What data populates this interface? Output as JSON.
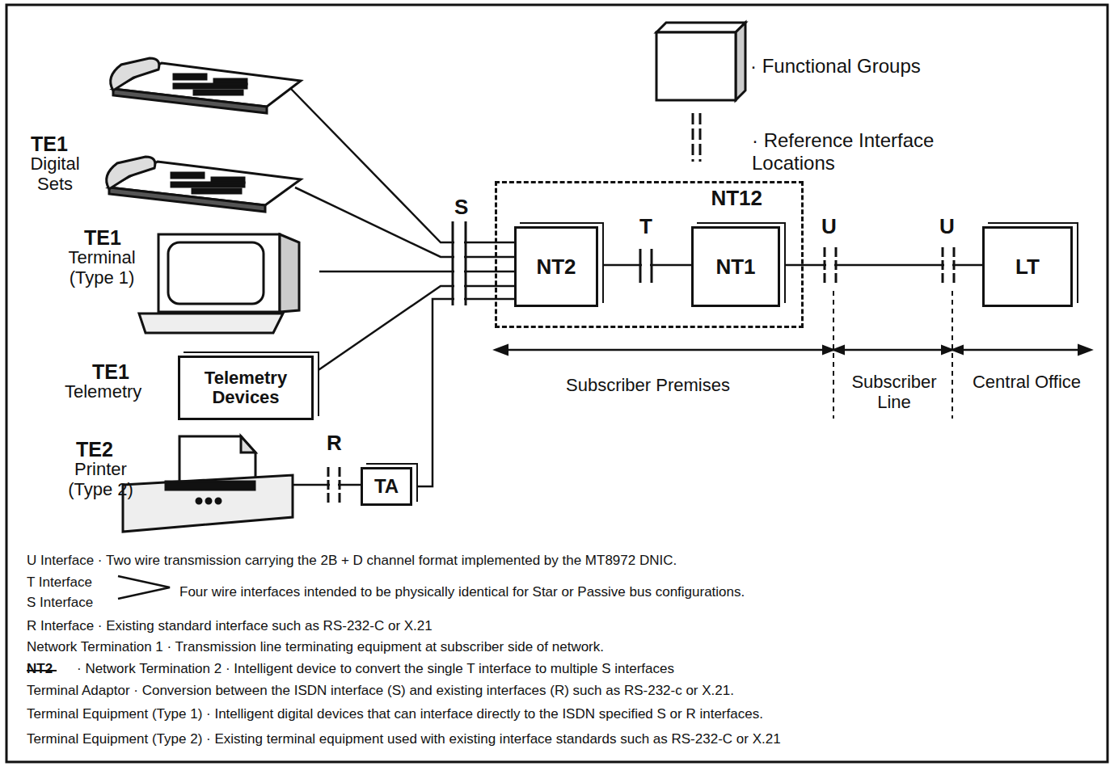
{
  "diagram": {
    "nodes": [
      {
        "text": [
          "NT12"
        ]
      },
      {
        "text": [
          "NT2"
        ],
        "in": 0
      },
      {
        "text": [
          "NT1"
        ],
        "in": 0
      },
      {
        "text": [
          "LT"
        ]
      },
      {
        "text": [
          "Telemetry Devices"
        ]
      },
      {
        "text": [
          "TA"
        ]
      }
    ],
    "edges": [
      {
        "from": 4,
        "to": 1,
        "arrow": "none"
      },
      {
        "from": 5,
        "to": 1,
        "arrow": "none"
      },
      {
        "from": 1,
        "to": 2,
        "arrow": "none"
      },
      {
        "from": 2,
        "to": 3,
        "arrow": "none"
      }
    ],
    "labels": [
      "· Functional Groups",
      "· Reference Interface Locations",
      "S",
      "T",
      "U",
      "U",
      "R",
      "TE1",
      "Digital Sets",
      "TE1",
      "Terminal (Type 1)",
      "TE1",
      "Telemetry",
      "TE2",
      "Printer (Type 2)",
      "Subscriber Premises",
      "Subscriber Line",
      "Central Office",
      "U Interface · Two wire transmission carrying the 2B + D channel format implemented by the MT8972 DNIC.",
      "T Interface",
      "S Interface",
      "Four wire interfaces intended to be physically identical for Star or Passive bus configurations.",
      "R Interface · Existing standard interface such as RS-232-C or X.21",
      "Network Termination 1 · Transmission line terminating equipment at subscriber side of network.",
      "NT2",
      "· Network Termination 2 · Intelligent device to convert the single T interface to multiple S interfaces",
      "Terminal Adaptor · Conversion between the ISDN interface (S) and existing interfaces (R) such as RS-232-c or X.21.",
      "Terminal Equipment (Type 1) · Intelligent digital devices that can interface directly to the ISDN specified S or R interfaces.",
      "Terminal Equipment (Type 2) · Existing terminal equipment used with existing interface standards such as RS-232-C or X.21"
    ]
  }
}
